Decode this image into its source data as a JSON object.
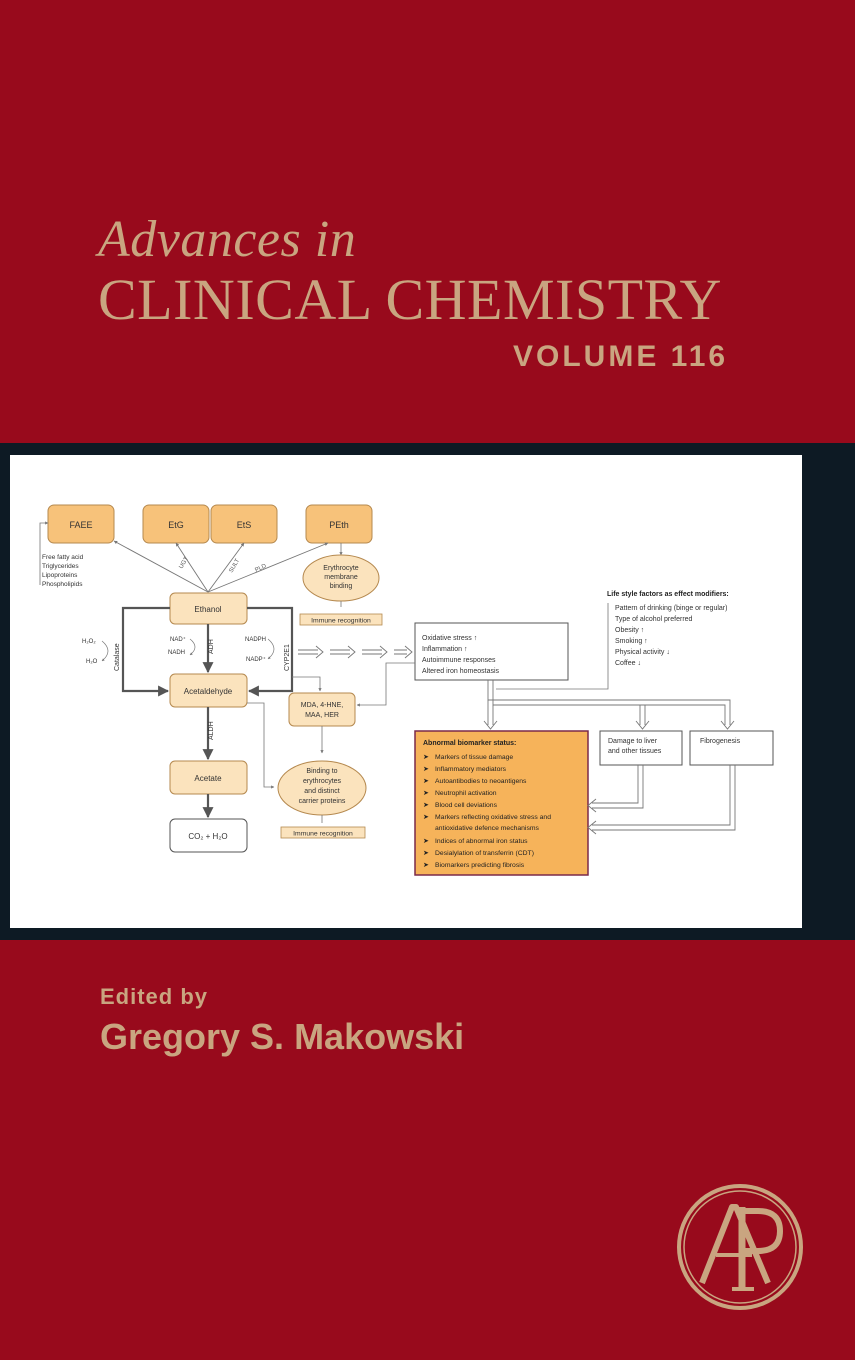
{
  "cover": {
    "series_line1": "Advances in",
    "series_line2": "CLINICAL CHEMISTRY",
    "volume": "VOLUME 116",
    "edited_by": "Edited by",
    "editor": "Gregory S. Makowski",
    "publisher_logo": "AP",
    "colors": {
      "background": "#980a1c",
      "accent_text": "#c9a580",
      "band": "#0d1a24"
    }
  },
  "diagram": {
    "faee": "FAEE",
    "etg": "EtG",
    "ets": "EtS",
    "peth": "PEth",
    "faee_sources": [
      "Free fatty acid",
      "Triglycerides",
      "Lipoproteins",
      "Phospholipids"
    ],
    "ugt": "UGT",
    "sult": "SULT",
    "pld": "PLD",
    "erythrocyte_binding": [
      "Erythrocyte",
      "membrane",
      "binding"
    ],
    "immune_recognition_1": "Immune recognition",
    "ethanol": "Ethanol",
    "catalase": "Catalase",
    "h2o2": "H₂O₂",
    "h2o": "H₂O",
    "nad": "NAD⁺",
    "nadh": "NADH",
    "adh": "ADH",
    "nadph": "NADPH",
    "nadp": "NADP⁺",
    "cyp2e1": "CYP2E1",
    "acetaldehyde": "Acetaldehyde",
    "aldh": "ALDH",
    "acetate": "Acetate",
    "co2_h2o": "CO₂ + H₂O",
    "adducts": [
      "MDA, 4-HNE,",
      "MAA, HER"
    ],
    "binding_carrier": [
      "Binding to",
      "erythrocytes",
      "and distinct",
      "carrier proteins"
    ],
    "immune_recognition_2": "Immune recognition",
    "effects": [
      "Oxidative stress ↑",
      "Inflammation ↑",
      "Autoimmune responses",
      "Altered iron homeostasis"
    ],
    "lifestyle_title": "Life style factors as effect modifiers:",
    "lifestyle_items": [
      "Pattern of drinking (binge or regular)",
      "Type of alcohol preferred",
      "Obesity ↑",
      "Smoking ↑",
      "Physical activity ↓",
      "Coffee ↓"
    ],
    "biomarker_title": "Abnormal biomarker status:",
    "biomarker_items": [
      "Markers of tissue damage",
      "Inflammatory mediators",
      "Autoantibodies to neoantigens",
      "Neutrophil activation",
      "Blood cell deviations",
      "Markers reflecting oxidative stress and",
      "antioxidative defence mechanisms",
      "Indices of abnormal iron status",
      "Desialylation of transferrin (CDT)",
      "Biomarkers predicting fibrosis"
    ],
    "damage": [
      "Damage to liver",
      "and other tissues"
    ],
    "fibrogenesis": "Fibrogenesis"
  }
}
